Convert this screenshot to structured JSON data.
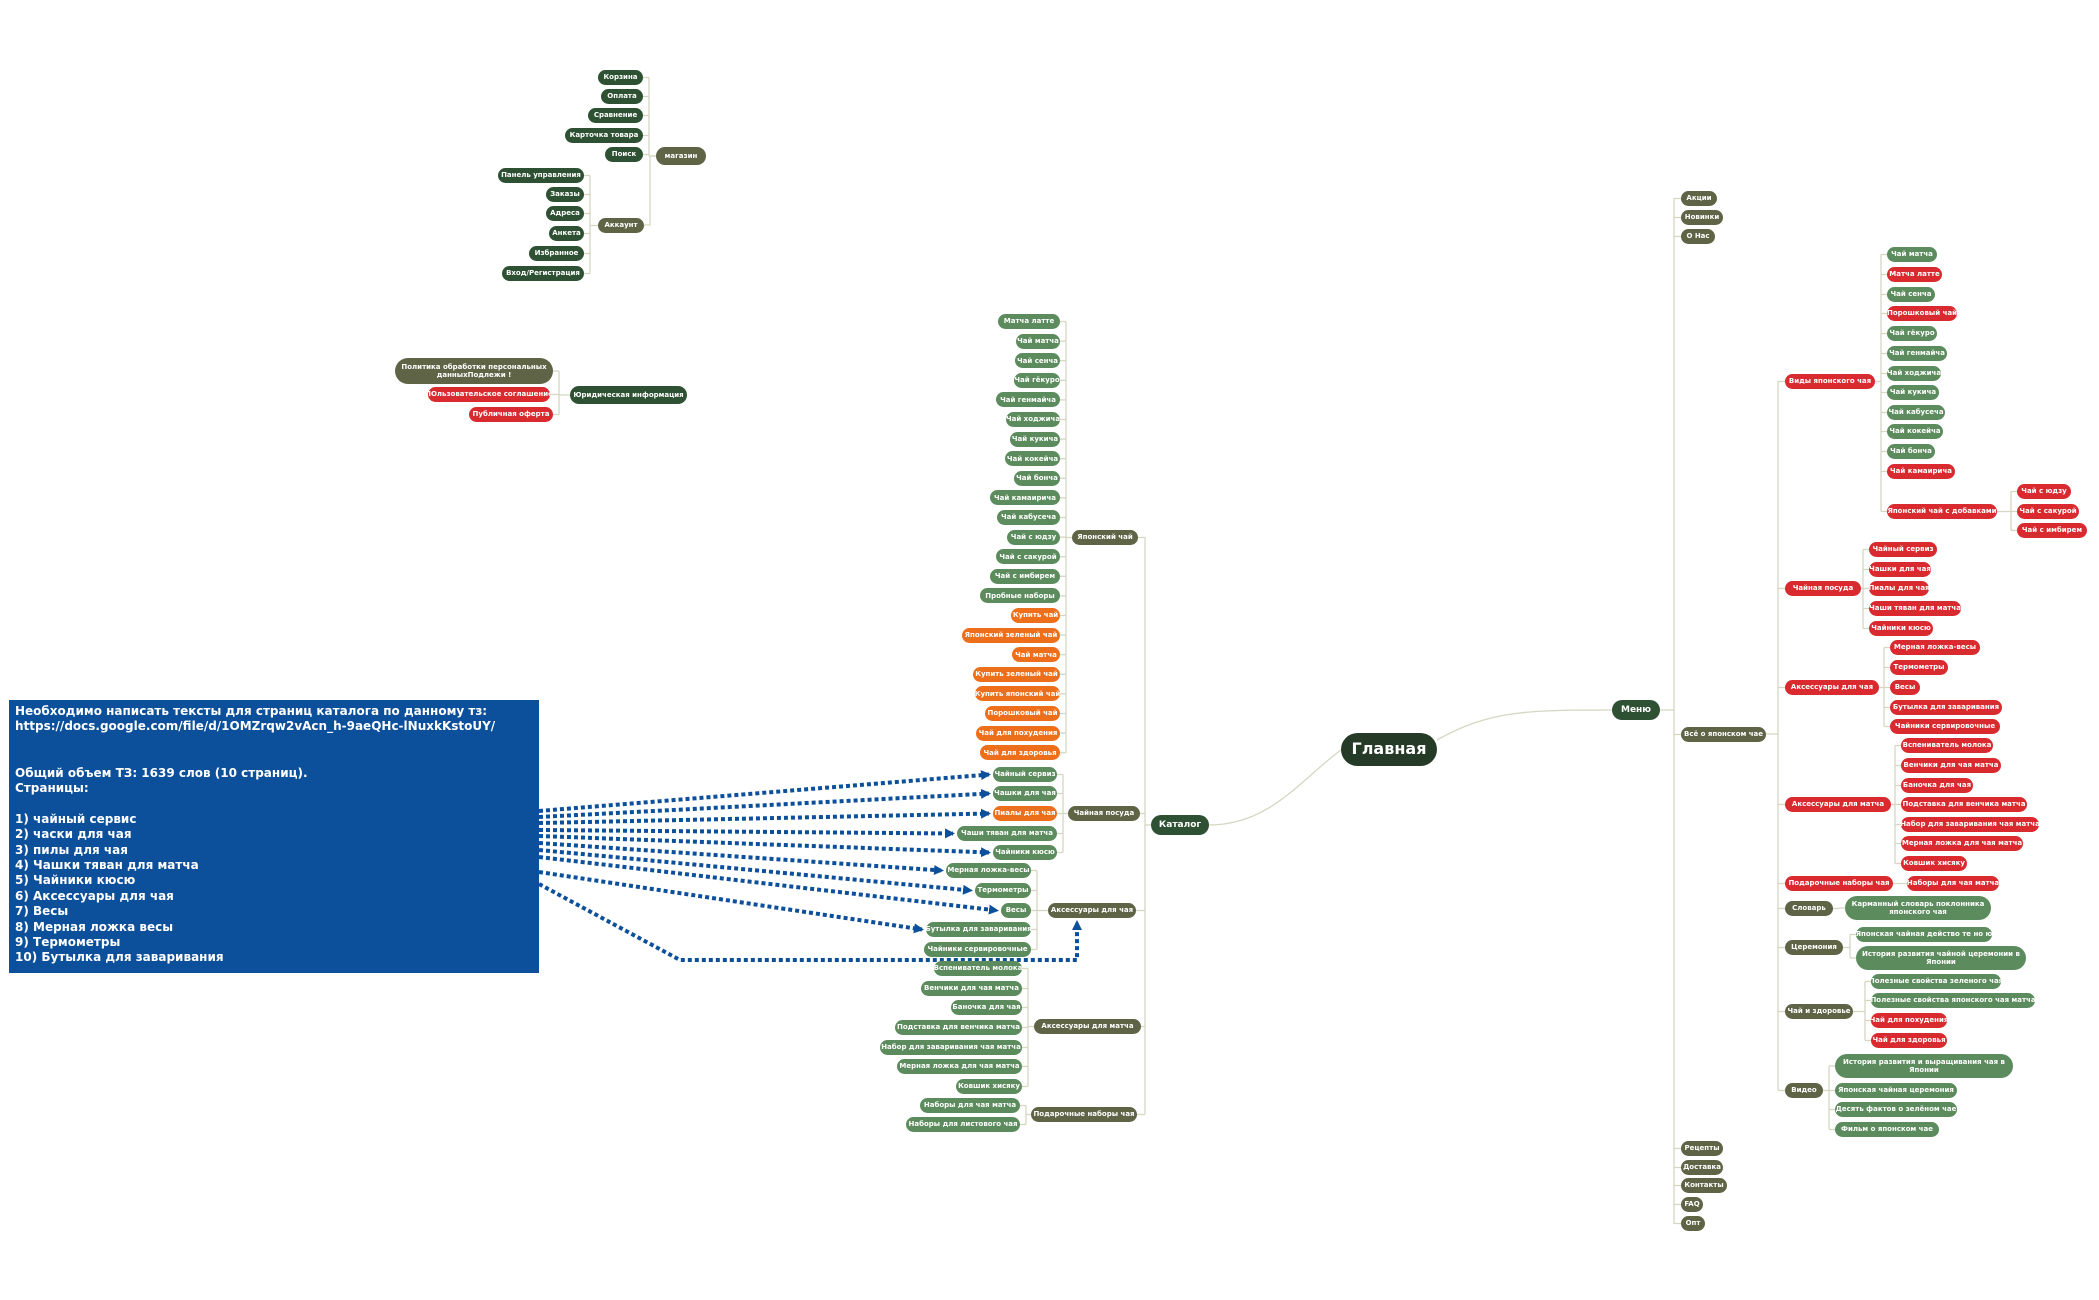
{
  "root": {
    "label": "Главная"
  },
  "main_branches": {
    "menu": "Меню",
    "catalog": "Каталог"
  },
  "shop": {
    "label": "магазин",
    "items": [
      "Корзина",
      "Оплата",
      "Сравнение",
      "Карточка товара",
      "Поиск"
    ]
  },
  "account": {
    "label": "Аккаунт",
    "items": [
      "Панель управления",
      "Заказы",
      "Адреса",
      "Анкета",
      "Избранное",
      "Вход/Регистрация"
    ]
  },
  "legal": {
    "label": "Юридическая информация",
    "items": [
      "Политика обработки персональных данныхПодлежи !",
      "ПОльзовательское соглашение",
      "Публичная оферта"
    ]
  },
  "catalog": {
    "japanese_tea": {
      "label": "Японский чай",
      "items": [
        "Матча латте",
        "Чай матча",
        "Чай сенча",
        "Чай гёкуро",
        "Чай генмайча",
        "Чай ходжича",
        "Чай кукича",
        "Чай кокейча",
        "Чай бонча",
        "Чай камаирича",
        "Чай кабусеча",
        "Чай с юдзу",
        "Чай с сакурой",
        "Чай с имбирем",
        "Пробные наборы",
        "Купить чай",
        "Японский зеленый чай",
        "Чай матча",
        "Купить зеленый чай",
        "Купить японский чай",
        "Порошковый чай",
        "Чай для похудения",
        "Чай для здоровья"
      ]
    },
    "teaware": {
      "label": "Чайная посуда",
      "items": [
        "Чайный сервиз",
        "Чашки для чая",
        "Пиалы для чая",
        "Чаши тяван для матча",
        "Чайники кюсю"
      ]
    },
    "tea_accessories": {
      "label": "Аксессуары для чая",
      "items": [
        "Мерная ложка-весы",
        "Термометры",
        "Весы",
        "Бутылка для заваривания",
        "Чайники сервировочные"
      ]
    },
    "matcha_accessories": {
      "label": "Аксессуары для матча",
      "items": [
        "Вспениватель молока",
        "Венчики для чая матча",
        "Баночка для чая",
        "Подставка для венчика матча",
        "Набор для заваривания чая матча",
        "Мерная ложка для чая матча",
        "Ковшик хисяку"
      ]
    },
    "gift_sets": {
      "label": "Подарочные наборы чая",
      "items": [
        "Наборы для чая матча",
        "Наборы для листового чая"
      ]
    }
  },
  "menu": {
    "top_items": [
      "Акции",
      "Новинки",
      "О Нас"
    ],
    "about_label": "Всё о японском чае",
    "bottom_items": [
      "Рецепты",
      "Доставка",
      "Контакты",
      "FAQ",
      "Опт"
    ],
    "types": {
      "label": "Виды японского чая",
      "items": [
        "Чай матча",
        "Матча латте",
        "Чай сенча",
        "Порошковый чай",
        "Чай гёкуро",
        "Чай генмайча",
        "Чай ходжича",
        "Чай кукича",
        "Чай кабусеча",
        "Чай кокейча",
        "Чай бонча",
        "Чай камаирича",
        "Японский чай с добавками"
      ],
      "additives": [
        "Чай с юдзу",
        "Чай с сакурой",
        "Чай с имбирем"
      ]
    },
    "teaware": {
      "label": "Чайная посуда",
      "items": [
        "Чайный сервиз",
        "Чашки для чая",
        "Пиалы для чая",
        "Чаши тяван для матча",
        "Чайники кюсю"
      ]
    },
    "tea_accessories": {
      "label": "Аксессуары для чая",
      "items": [
        "Мерная ложка-весы",
        "Термометры",
        "Весы",
        "Бутылка для заваривания",
        "Чайники сервировочные"
      ]
    },
    "matcha_accessories": {
      "label": "Аксессуары для матча",
      "items": [
        "Вспениватель молока",
        "Венчики для чая матча",
        "Баночка для чая",
        "Подставка для венчика матча",
        "Набор для заваривания чая матча",
        "Мерная ложка для чая матча",
        "Ковшик хисяку"
      ]
    },
    "gift_sets": {
      "label": "Подарочные наборы чая",
      "items": [
        "Наборы для чая матча"
      ]
    },
    "dictionary": {
      "label": "Словарь",
      "items": [
        "Карманный словарь поклонника японского чая"
      ]
    },
    "ceremony": {
      "label": "Церемония",
      "items": [
        "Японская чайная действо те но ю",
        "История развития чайной церемонии в Японии"
      ]
    },
    "health": {
      "label": "Чай и здоровье",
      "items": [
        "Полезные свойства зеленого чая",
        "Полезные свойства японского чая матча",
        "Чай для похудения",
        "Чай для здоровья"
      ]
    },
    "video": {
      "label": "Видео",
      "items": [
        "История развития и выращивания чая в Японии",
        "Японская чайная церемония",
        "Десять фактов о зелёном чае",
        "Фильм о японском чае"
      ]
    }
  },
  "note": {
    "lines": [
      "Необходимо написать тексты для страниц каталога по данному тз:",
      "https://docs.google.com/file/d/1OMZrqw2vAcn_h-9aeQHc-lNuxkKstoUY/",
      "",
      "",
      "Общий объем ТЗ: 1639 слов (10 страниц).",
      "Страницы:",
      "",
      "1) чайный сервис",
      "2) часки для чая",
      "3) пилы для чая",
      "4) Чашки тяван для матча",
      "5) Чайники кюсю",
      "6) Аксессуары для чая",
      "7) Весы",
      "8) Мерная ложка весы",
      "9) Термометры",
      "10) Бутылка для заваривания"
    ]
  },
  "colors": {
    "dark_green": "#2f5133",
    "medium_green": "#5c8c5d",
    "olive": "#5f6446",
    "red": "#d92b2f",
    "orange": "#ee6f1b",
    "note_blue": "#0c4f9a",
    "connector": "#d6d6c2"
  }
}
